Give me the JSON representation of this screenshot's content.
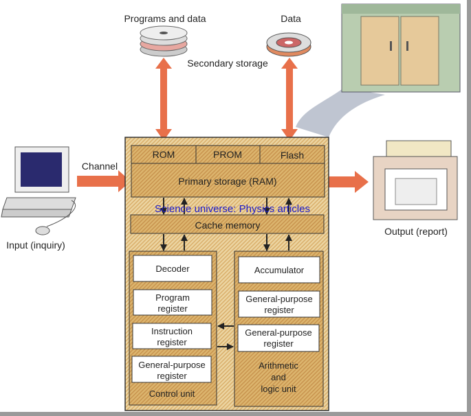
{
  "labels": {
    "programs_and_data": "Programs and data",
    "data": "Data",
    "secondary_storage": "Secondary storage",
    "channel": "Channel",
    "input": "Input (inquiry)",
    "output": "Output (report)",
    "watermark": "Science universe: Physics articles"
  },
  "cpu": {
    "rom": "ROM",
    "prom": "PROM",
    "flash": "Flash",
    "ram": "Primary storage (RAM)",
    "cache": "Cache memory",
    "control_unit": {
      "title": "Control unit",
      "boxes": [
        [
          "Decoder"
        ],
        [
          "Program",
          "register"
        ],
        [
          "Instruction",
          "register"
        ],
        [
          "General-purpose",
          "register"
        ]
      ]
    },
    "alu": {
      "title": [
        "Arithmetic",
        "and",
        "logic unit"
      ],
      "boxes": [
        [
          "Accumulator"
        ],
        [
          "General-purpose",
          "register"
        ],
        [
          "General-purpose",
          "register"
        ]
      ]
    }
  },
  "colors": {
    "cpu_fill": "#e6c98f",
    "inner_fill": "#d9b26c",
    "arrow_orange": "#e8704a",
    "cabinet_green": "#b9cdb0",
    "watermark_blue": "#1a1acc"
  }
}
